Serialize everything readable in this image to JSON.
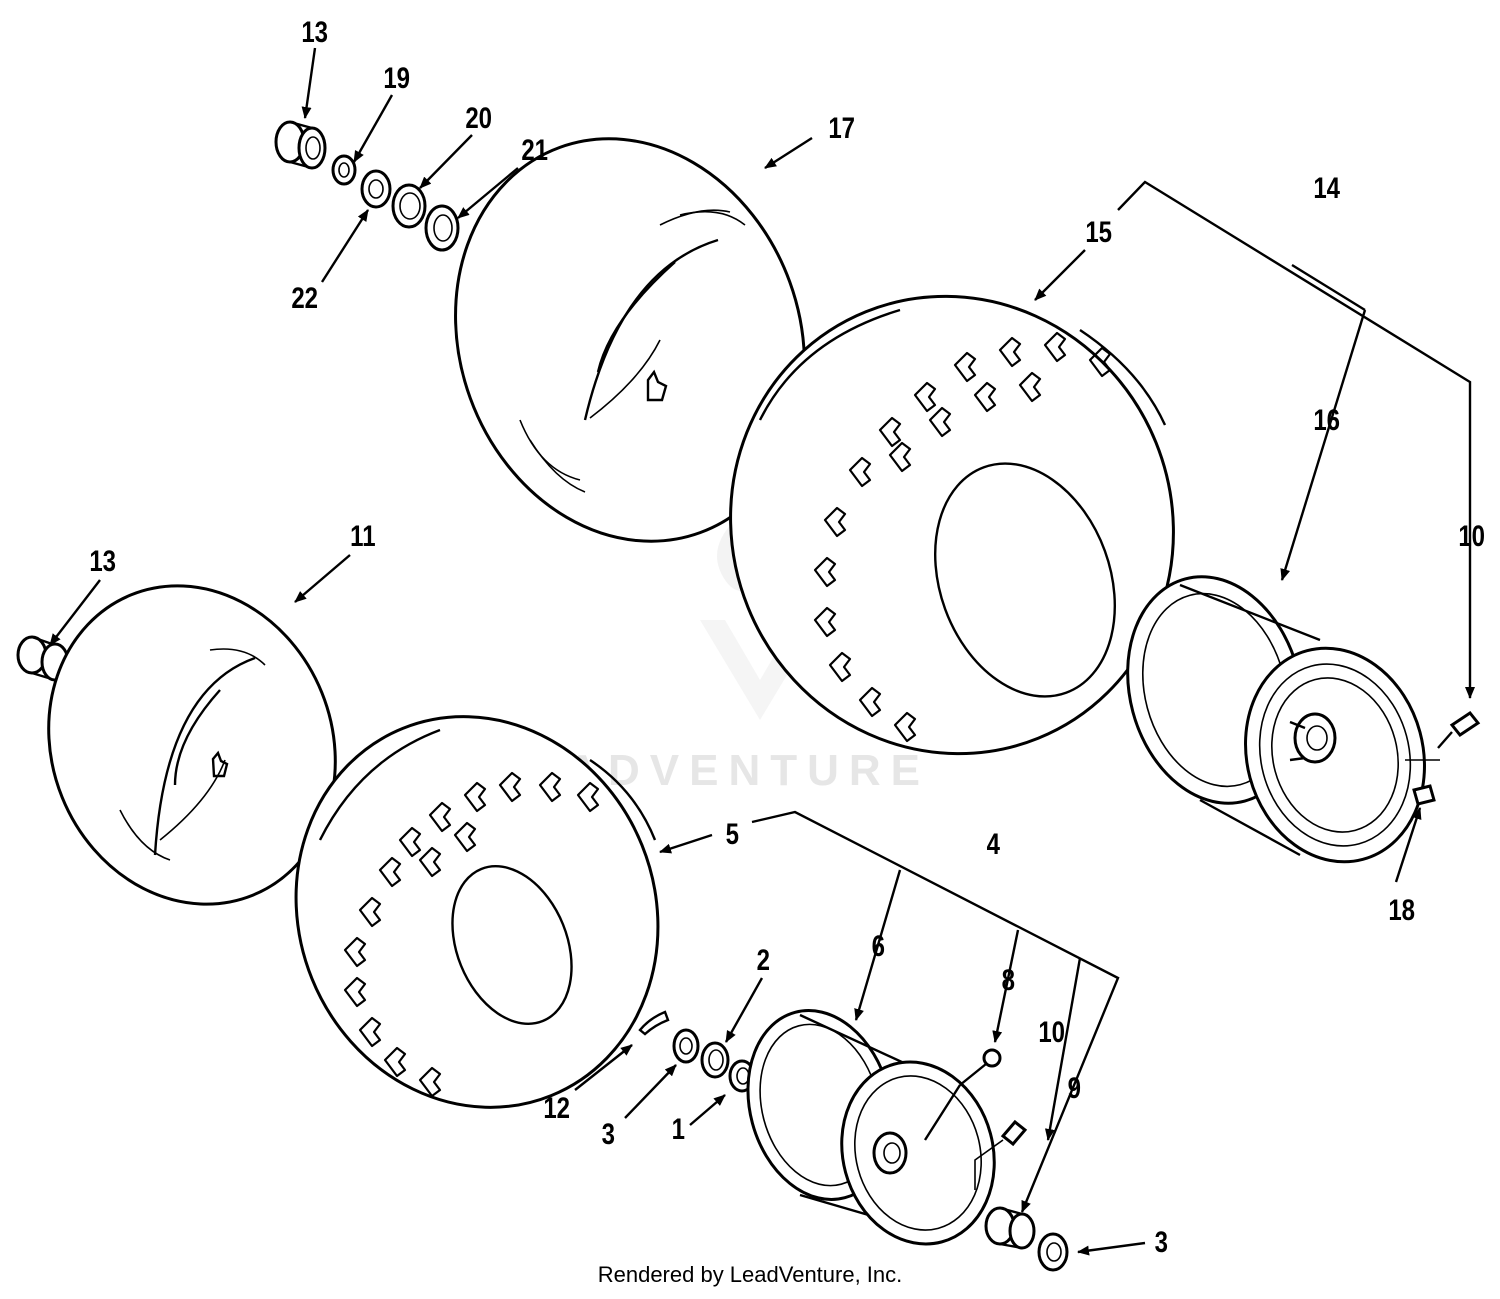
{
  "diagram": {
    "watermark": "LEADVENTURE",
    "footer": "Rendered by LeadVenture, Inc.",
    "callouts": {
      "c13_top": "13",
      "c19": "19",
      "c20": "20",
      "c21": "21",
      "c22": "22",
      "c17": "17",
      "c14": "14",
      "c15": "15",
      "c16": "16",
      "c10_right": "10",
      "c18": "18",
      "c13_left": "13",
      "c11": "11",
      "c5": "5",
      "c4": "4",
      "c6": "6",
      "c2": "2",
      "c8": "8",
      "c10_bottom": "10",
      "c9": "9",
      "c12": "12",
      "c3_left": "3",
      "c1": "1",
      "c3_right": "3"
    }
  }
}
